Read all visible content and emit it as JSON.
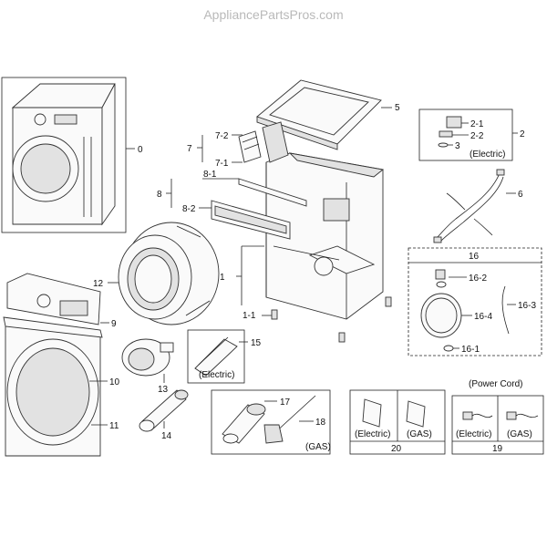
{
  "watermark": "AppliancePartsPros.com",
  "labels": {
    "p0": "0",
    "p1": "1",
    "p1_1": "1-1",
    "p2": "2",
    "p2_1": "2-1",
    "p2_2": "2-2",
    "p3": "3",
    "p2_electric": "(Electric)",
    "p5": "5",
    "p6": "6",
    "p7": "7",
    "p7_1": "7-1",
    "p7_2": "7-2",
    "p8": "8",
    "p8_1": "8-1",
    "p8_2": "8-2",
    "p9": "9",
    "p10": "10",
    "p11": "11",
    "p12": "12",
    "p13": "13",
    "p14": "14",
    "p15": "15",
    "p15_electric": "(Electric)",
    "p16": "16",
    "p16_1": "16-1",
    "p16_2": "16-2",
    "p16_3": "16-3",
    "p16_4": "16-4",
    "p17": "17",
    "p18": "18",
    "p17_gas": "(GAS)",
    "p20": "20",
    "p20_electric": "(Electric)",
    "p20_gas": "(GAS)",
    "p19": "19",
    "p19_power_cord": "(Power Cord)",
    "p19_electric": "(Electric)",
    "p19_gas": "(GAS)"
  }
}
